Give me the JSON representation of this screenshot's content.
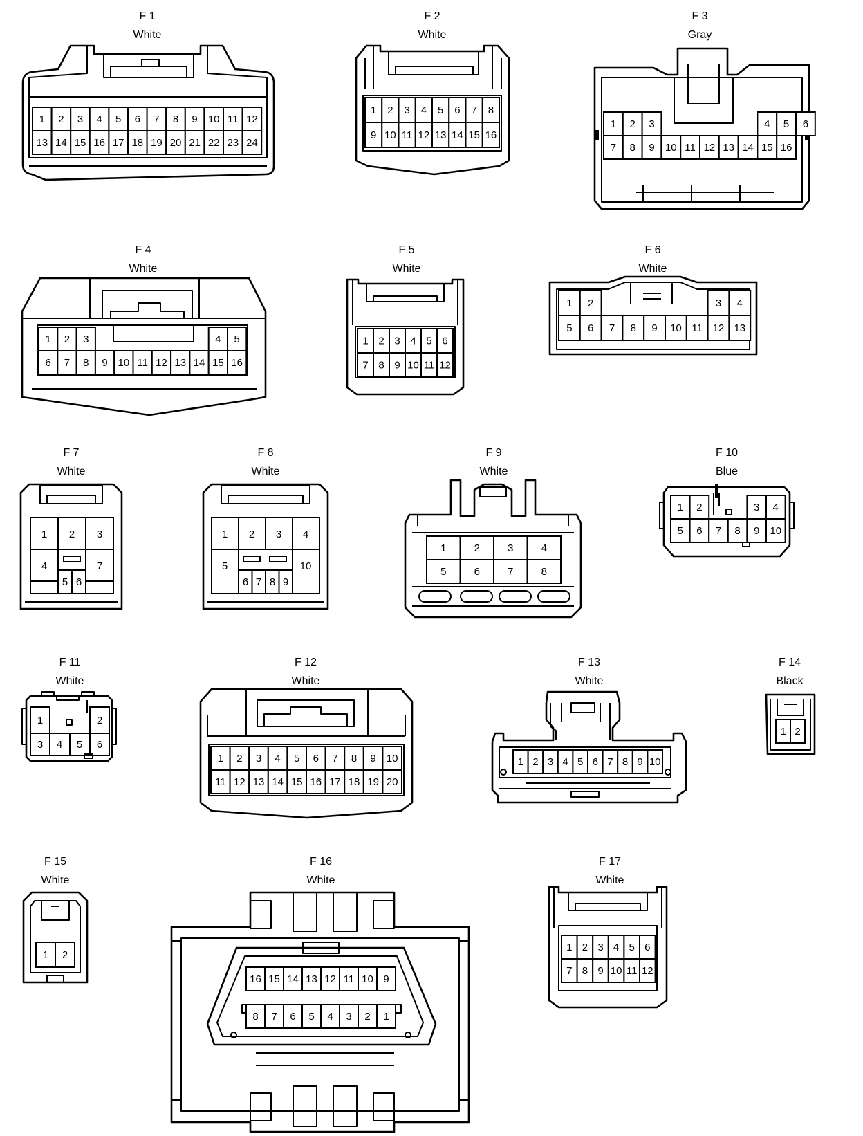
{
  "connectors": [
    {
      "id": "F 1",
      "color": "White",
      "rows": [
        [
          "1",
          "2",
          "3",
          "4",
          "5",
          "6",
          "7",
          "8",
          "9",
          "10",
          "11",
          "12"
        ],
        [
          "13",
          "14",
          "15",
          "16",
          "17",
          "18",
          "19",
          "20",
          "21",
          "22",
          "23",
          "24"
        ]
      ]
    },
    {
      "id": "F 2",
      "color": "White",
      "rows": [
        [
          "1",
          "2",
          "3",
          "4",
          "5",
          "6",
          "7",
          "8"
        ],
        [
          "9",
          "10",
          "11",
          "12",
          "13",
          "14",
          "15",
          "16"
        ]
      ]
    },
    {
      "id": "F 3",
      "color": "Gray",
      "rows": [
        [
          "1",
          "2",
          "3",
          "",
          "",
          "",
          "",
          "",
          "4",
          "5",
          "6"
        ],
        [
          "7",
          "8",
          "9",
          "10",
          "11",
          "12",
          "13",
          "14",
          "15",
          "16"
        ]
      ]
    },
    {
      "id": "F 4",
      "color": "White",
      "rows": [
        [
          "1",
          "2",
          "3",
          "",
          "",
          "",
          "",
          "",
          "",
          "4",
          "5"
        ],
        [
          "6",
          "7",
          "8",
          "9",
          "10",
          "11",
          "12",
          "13",
          "14",
          "15",
          "16"
        ]
      ]
    },
    {
      "id": "F 5",
      "color": "White",
      "rows": [
        [
          "1",
          "2",
          "3",
          "4",
          "5",
          "6"
        ],
        [
          "7",
          "8",
          "9",
          "10",
          "11",
          "12"
        ]
      ]
    },
    {
      "id": "F 6",
      "color": "White",
      "rows": [
        [
          "1",
          "2",
          "",
          "",
          "",
          "",
          "",
          "3",
          "4"
        ],
        [
          "5",
          "6",
          "7",
          "8",
          "9",
          "10",
          "11",
          "12",
          "13"
        ]
      ]
    },
    {
      "id": "F 7",
      "color": "White",
      "rows": [
        [
          "1",
          "2",
          "3"
        ],
        [
          "4",
          "5",
          "6",
          "7"
        ]
      ]
    },
    {
      "id": "F 8",
      "color": "White",
      "rows": [
        [
          "1",
          "2",
          "3",
          "4"
        ],
        [
          "5",
          "6",
          "7",
          "8",
          "9",
          "10"
        ]
      ]
    },
    {
      "id": "F 9",
      "color": "White",
      "rows": [
        [
          "1",
          "2",
          "3",
          "4"
        ],
        [
          "5",
          "6",
          "7",
          "8"
        ]
      ]
    },
    {
      "id": "F 10",
      "color": "Blue",
      "rows": [
        [
          "1",
          "2",
          "",
          "",
          "3",
          "4"
        ],
        [
          "5",
          "6",
          "7",
          "8",
          "9",
          "10"
        ]
      ]
    },
    {
      "id": "F 11",
      "color": "White",
      "rows": [
        [
          "1",
          "2"
        ],
        [
          "3",
          "4",
          "5",
          "6"
        ]
      ]
    },
    {
      "id": "F 12",
      "color": "White",
      "rows": [
        [
          "1",
          "2",
          "3",
          "4",
          "5",
          "6",
          "7",
          "8",
          "9",
          "10"
        ],
        [
          "11",
          "12",
          "13",
          "14",
          "15",
          "16",
          "17",
          "18",
          "19",
          "20"
        ]
      ]
    },
    {
      "id": "F 13",
      "color": "White",
      "rows": [
        [
          "1",
          "2",
          "3",
          "4",
          "5",
          "6",
          "7",
          "8",
          "9",
          "10"
        ]
      ]
    },
    {
      "id": "F 14",
      "color": "Black",
      "rows": [
        [
          "1",
          "2"
        ]
      ]
    },
    {
      "id": "F 15",
      "color": "White",
      "rows": [
        [
          "1",
          "2"
        ]
      ]
    },
    {
      "id": "F 16",
      "color": "White",
      "rows": [
        [
          "16",
          "15",
          "14",
          "13",
          "12",
          "11",
          "10",
          "9"
        ],
        [
          "8",
          "7",
          "6",
          "5",
          "4",
          "3",
          "2",
          "1"
        ]
      ]
    },
    {
      "id": "F 17",
      "color": "White",
      "rows": [
        [
          "1",
          "2",
          "3",
          "4",
          "5",
          "6"
        ],
        [
          "7",
          "8",
          "9",
          "10",
          "11",
          "12"
        ]
      ]
    }
  ]
}
